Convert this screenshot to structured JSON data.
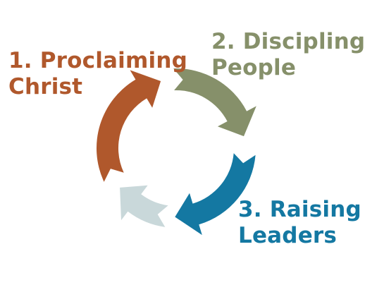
{
  "steps": [
    {
      "line1": "1. Proclaiming",
      "line2": "Christ",
      "color": "#b0582c"
    },
    {
      "line1": "2. Discipling",
      "line2": "People",
      "color": "#86906a"
    },
    {
      "line1": "3. Raising",
      "line2": "Leaders",
      "color": "#1478a2"
    },
    {
      "color": "#c9d8da"
    }
  ]
}
